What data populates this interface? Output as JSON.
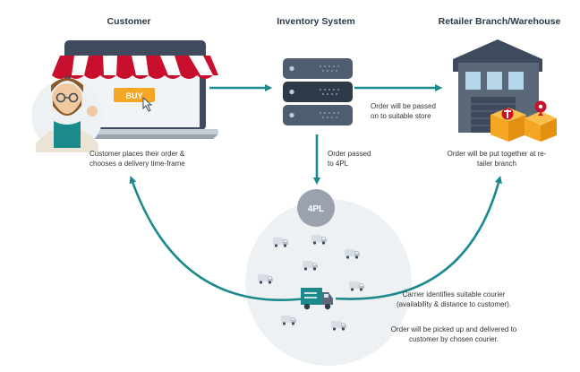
{
  "columns": {
    "customer": "Customer",
    "inventory": "Inventory System",
    "retailer": "Retailer Branch/Warehouse"
  },
  "customer_caption": [
    "Customer places their order &",
    "chooses a delivery time-frame"
  ],
  "buy_label": "BUY",
  "inventory_to_retailer_caption": [
    "Order will be passed",
    "on to suitable store"
  ],
  "inventory_to_4pl_caption": [
    "Order passed",
    "to 4PL"
  ],
  "retailer_caption": [
    "Order will be put together at re-",
    "tailer branch"
  ],
  "fourpl_badge": "4PL",
  "carrier_caption": [
    "Carrier identifies suitable courier",
    "(availability & distance to customer)."
  ],
  "pickup_caption": [
    "Order will be picked up and delivered to",
    "customer by chosen courier."
  ],
  "colors": {
    "arrow": "#1c8a8c",
    "awning_red": "#c8102e",
    "server_dark": "#3d4b5c",
    "warehouse_wall": "#5a6878",
    "box_orange": "#f5a623",
    "badge_grey": "#9aa3ad",
    "circle_bg": "#eef1f4"
  },
  "icons": [
    "shop-laptop-icon",
    "shopkeeper-avatar-icon",
    "buy-button-icon",
    "hand-cursor-icon",
    "server-stack-icon",
    "warehouse-icon",
    "parcel-box-icon",
    "pin-icon",
    "delivery-truck-icon"
  ]
}
